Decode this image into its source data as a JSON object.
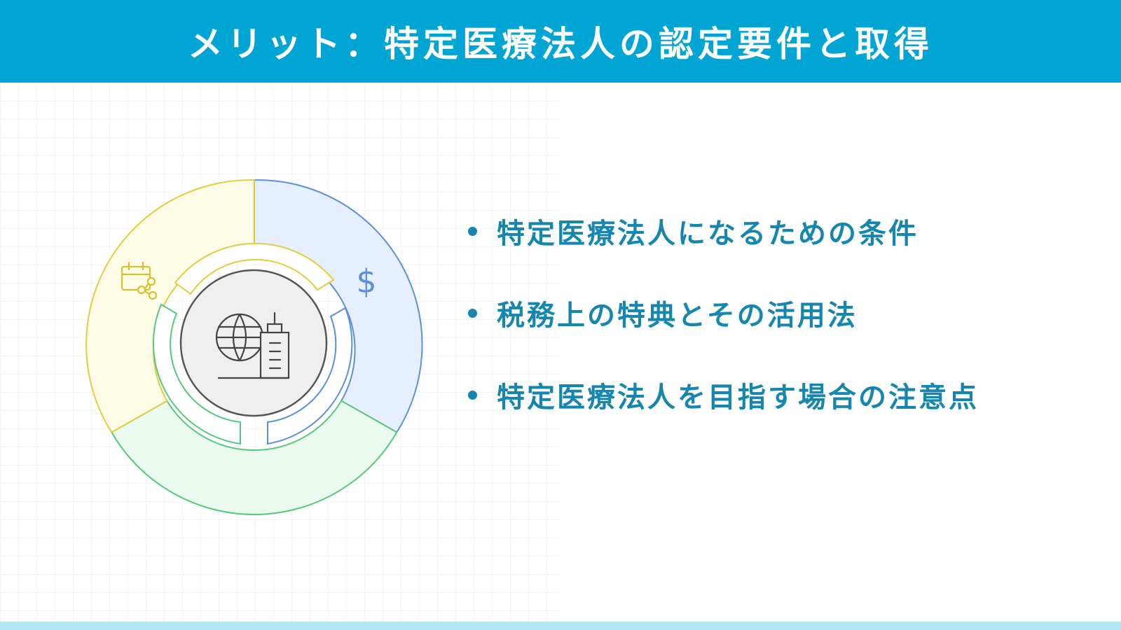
{
  "header": {
    "title": "メリット：特定医療法人の認定要件と取得"
  },
  "bullets": [
    {
      "text": "特定医療法人になるための条件"
    },
    {
      "text": "税務上の特典とその活用法"
    },
    {
      "text": "特定医療法人を目指す場合の注意点"
    }
  ],
  "diagram": {
    "center_icon": "globe-building-icon",
    "segments": [
      {
        "icon": "dollar-icon",
        "fill": "#e5effd",
        "stroke": "#5b8fe0",
        "icon_glyph": "$"
      },
      {
        "icon": "none",
        "fill": "#eafaee",
        "stroke": "#55c97b"
      },
      {
        "icon": "calendar-share-icon",
        "fill": "#fefbe6",
        "stroke": "#e3cd3e"
      }
    ]
  },
  "colors": {
    "header_bg": "#00a5d4",
    "footer_bg": "#b4e7f3",
    "accent_text": "#1586ad",
    "center_fill": "#efefef",
    "center_stroke": "#555555"
  }
}
